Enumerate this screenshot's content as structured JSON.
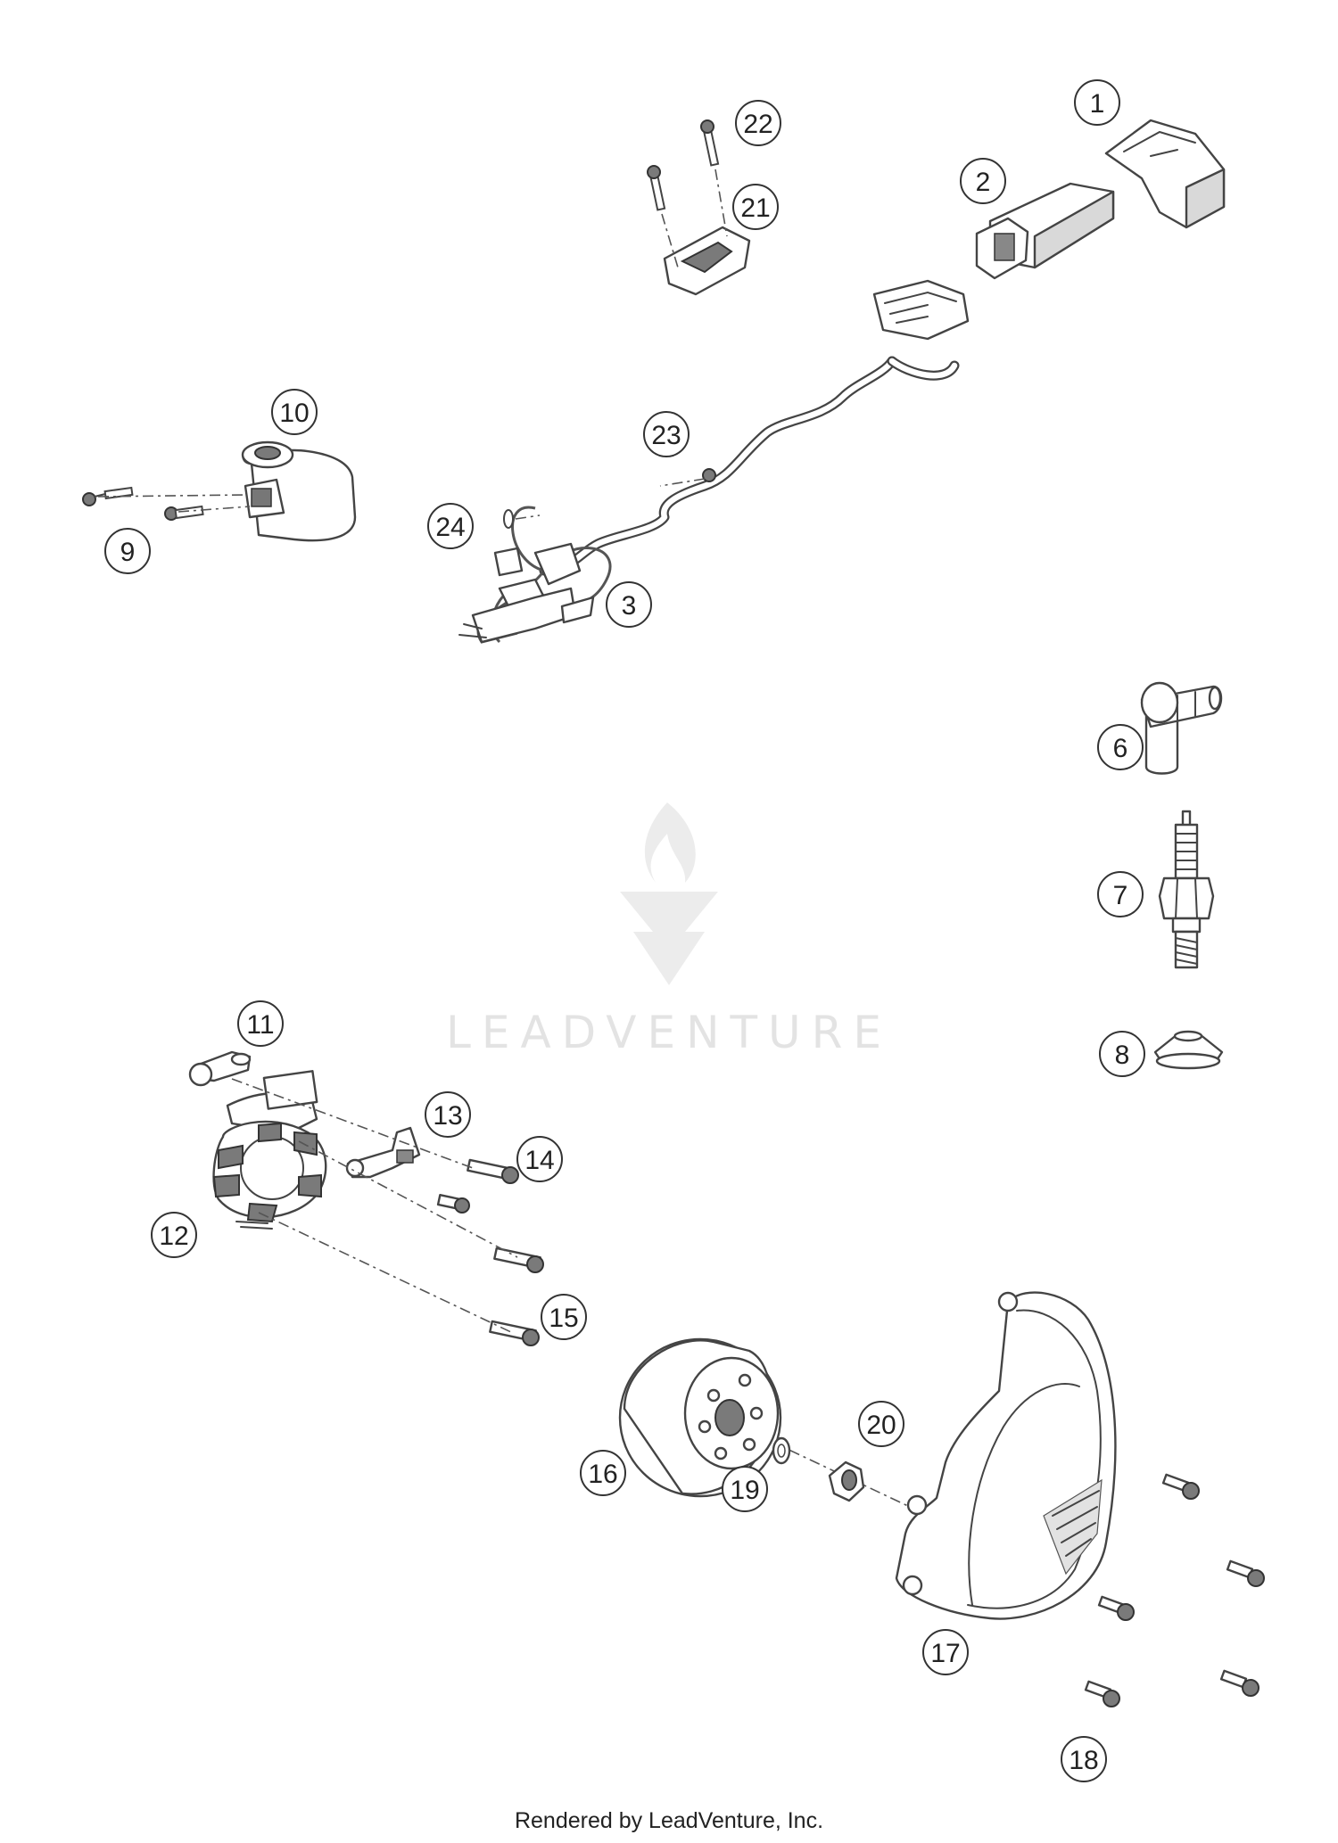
{
  "footer": "Rendered by LeadVenture, Inc.",
  "watermark": "LEADVENTURE",
  "callouts": [
    "1",
    "2",
    "3",
    "6",
    "7",
    "8",
    "9",
    "10",
    "11",
    "12",
    "13",
    "14",
    "15",
    "16",
    "17",
    "18",
    "19",
    "20",
    "21",
    "22",
    "23",
    "24"
  ],
  "colors": {
    "line": "#444444",
    "watermark": "#e3e3e3",
    "background": "#ffffff"
  }
}
